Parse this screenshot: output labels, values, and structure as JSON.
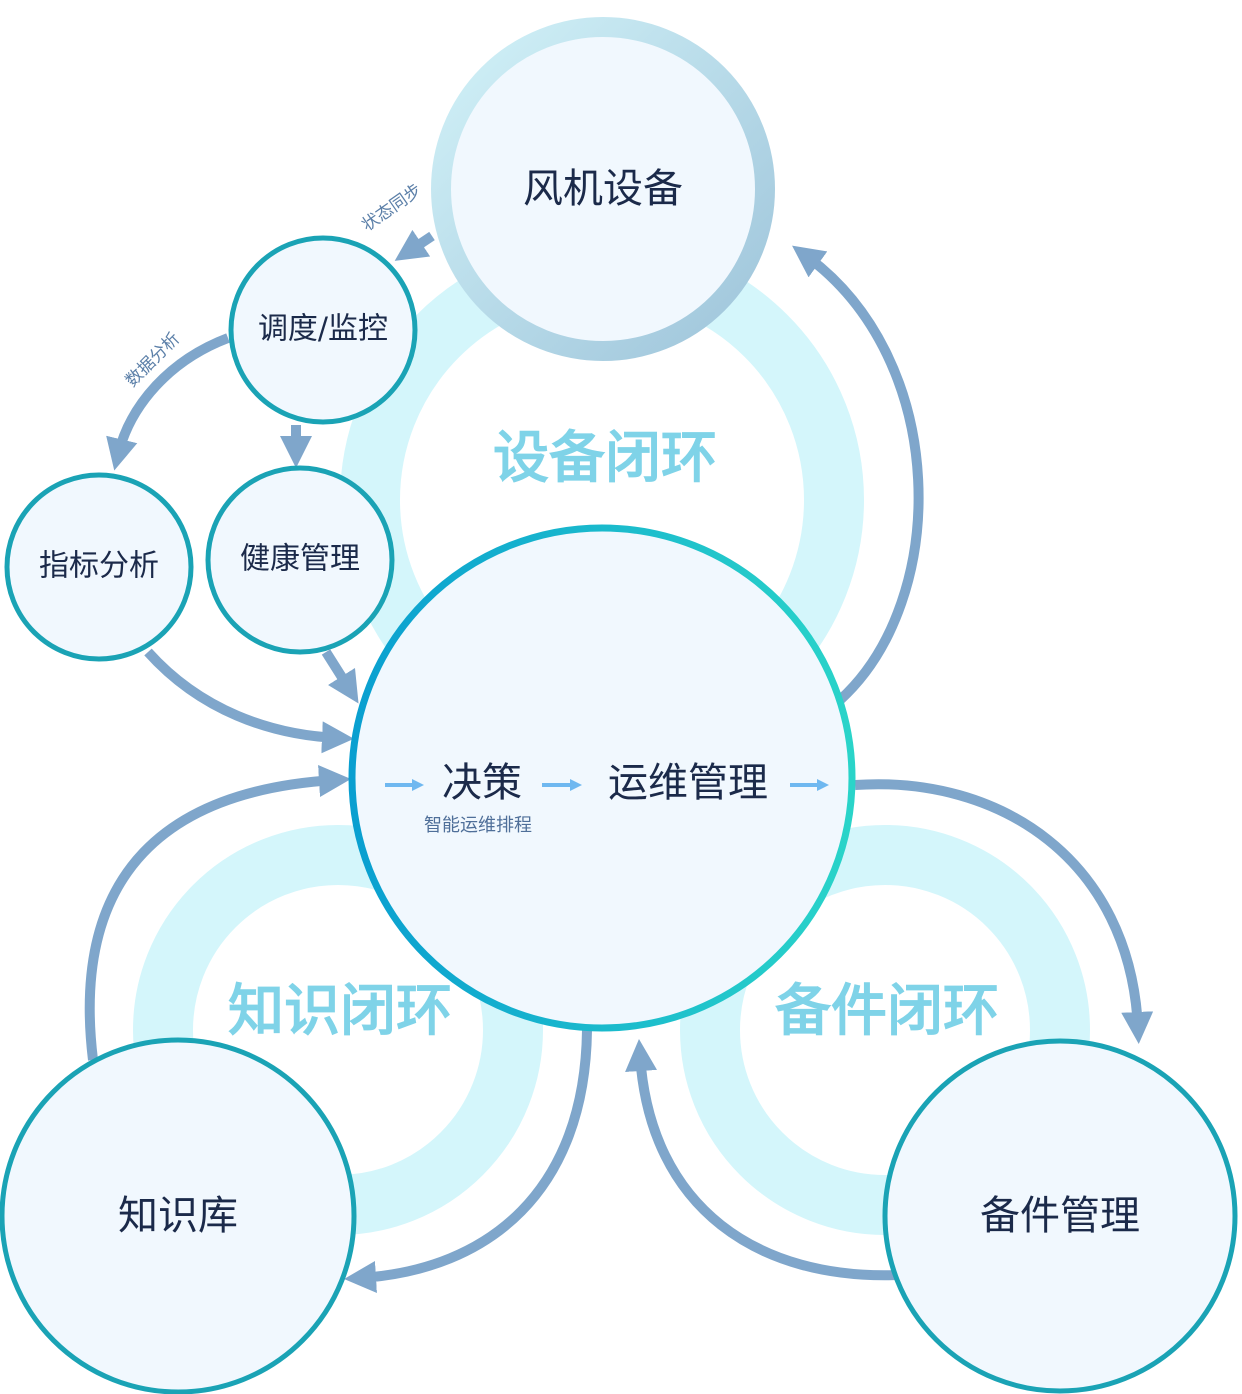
{
  "nodes": {
    "wind_turbine": "风机设备",
    "dispatch_monitor": "调度/监控",
    "indicator_analysis": "指标分析",
    "health_management": "健康管理",
    "decision": "决策",
    "decision_sub": "智能运维排程",
    "om_management": "运维管理",
    "knowledge_base": "知识库",
    "spare_parts_management": "备件管理"
  },
  "loops": {
    "equipment_loop": "设备闭环",
    "knowledge_loop": "知识闭环",
    "spare_parts_loop": "备件闭环"
  },
  "edges": {
    "status_sync": "状态同步",
    "data_analysis": "数据分析"
  },
  "colors": {
    "loop_ring": "#d4f6fb",
    "loop_text": "#7fd3e8",
    "node_border": "#1aa3b5",
    "node_fill": "#f1f8fe",
    "arrow": "#7fa6cb",
    "small_arrow": "#6fb8f0",
    "center_gradient_start": "#0a9fd0",
    "center_gradient_end": "#2ad4c9",
    "top_border_start": "#c9eef5",
    "top_border_end": "#9cc3d9"
  }
}
